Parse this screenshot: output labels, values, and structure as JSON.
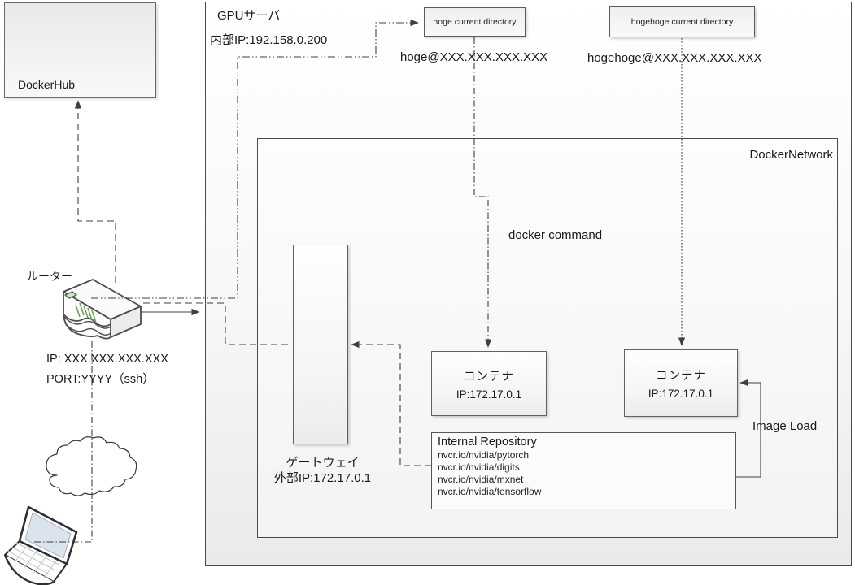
{
  "dockerhub": {
    "label": "DockerHub"
  },
  "gpu_server": {
    "title": "GPUサーバ",
    "internal_ip": "内部IP:192.158.0.200"
  },
  "directories": {
    "hoge": "hoge current directory",
    "hogehoge": "hogehoge current directory"
  },
  "users": {
    "hoge": "hoge@XXX.XXX.XXX.XXX",
    "hogehoge": "hogehoge@XXX.XXX.XXX.XXX"
  },
  "docker_network": {
    "label": "DockerNetwork"
  },
  "annotations": {
    "docker_command": "docker command",
    "image_load": "Image Load"
  },
  "containers": {
    "first": {
      "title": "コンテナ",
      "ip": "IP:172.17.0.1"
    },
    "second": {
      "title": "コンテナ",
      "ip": "IP:172.17.0.1"
    }
  },
  "repository": {
    "title": "Internal Repository",
    "items": [
      "nvcr.io/nvidia/pytorch",
      "nvcr.io/nvidia/digits",
      "nvcr.io/nvidia/mxnet",
      "nvcr.io/nvidia/tensorflow"
    ]
  },
  "gateway": {
    "title": "ゲートウェイ",
    "external_ip": "外部IP:172.17.0.1"
  },
  "router": {
    "label": "ルーター",
    "ip": "IP: XXX.XXX.XXX.XXX",
    "port": "PORT:YYYY（ssh）"
  },
  "colors": {
    "line": "#3f3f3f",
    "led_green": "#6aa84f",
    "screen_blue": "#dbe3ed"
  }
}
